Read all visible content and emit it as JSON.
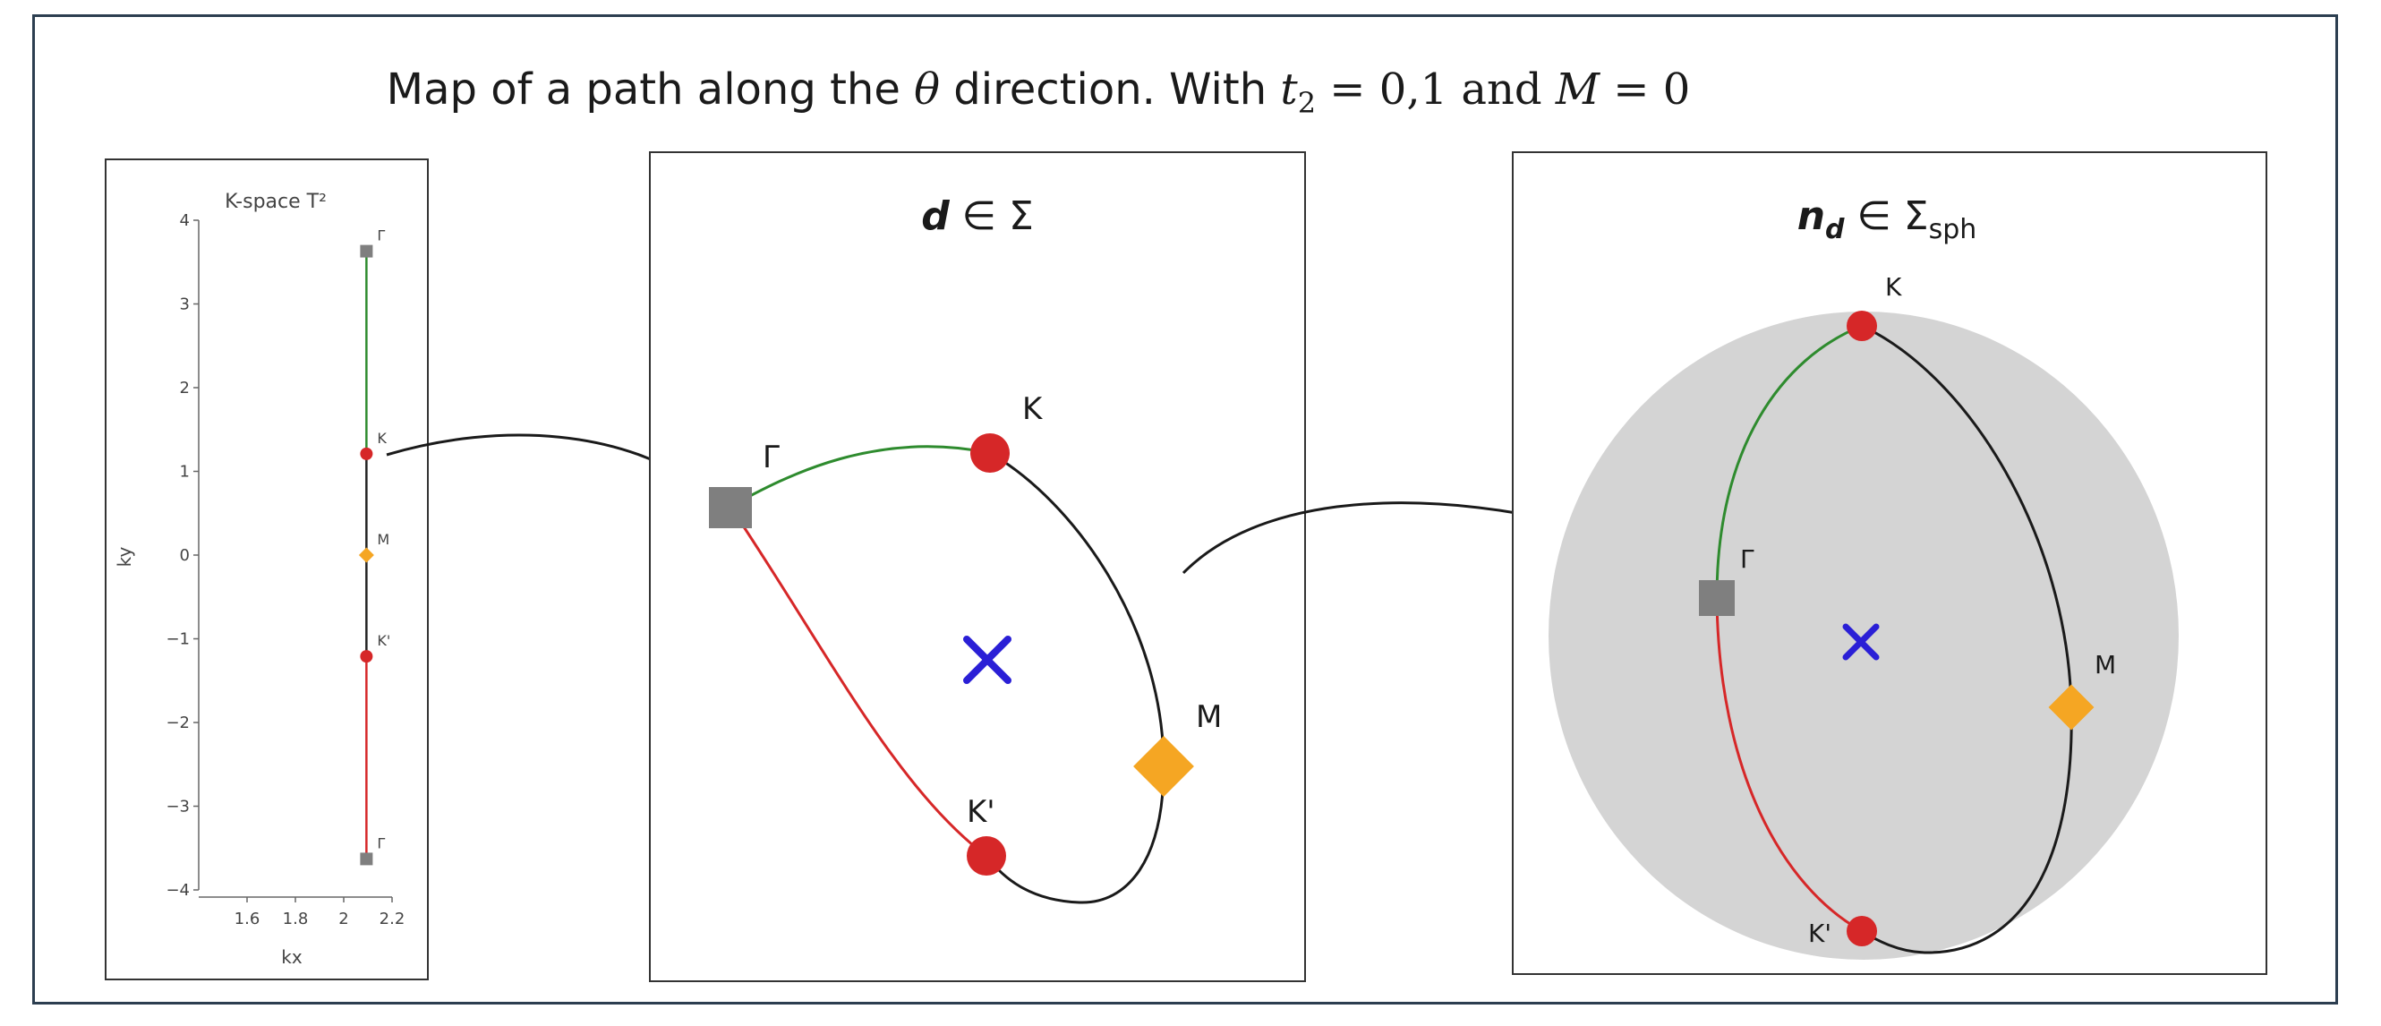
{
  "title": {
    "prefix": "Map of a path along the ",
    "theta": "θ",
    "middle": " direction. With ",
    "t_var": "t",
    "t_sub": "2",
    "t_eq": " = 0,1 and ",
    "m_var": "M",
    "m_eq": " = 0"
  },
  "kspace_plot": {
    "title": "K-space T²",
    "xlabel": "kx",
    "ylabel": "ky",
    "x_ticks": [
      "1.6",
      "1.8",
      "2",
      "2.2"
    ],
    "y_ticks": [
      "4",
      "3",
      "2",
      "1",
      "0",
      "−1",
      "−2",
      "−3",
      "−4"
    ],
    "points": [
      {
        "label": "Γ",
        "kind": "square",
        "color": "#7f7f7f",
        "y": 3.63
      },
      {
        "label": "K",
        "kind": "circle",
        "color": "#d62728",
        "y": 1.21
      },
      {
        "label": "M",
        "kind": "diamond",
        "color": "#f5a623",
        "y": 0.0
      },
      {
        "label": "K'",
        "kind": "circle",
        "color": "#d62728",
        "y": -1.21
      },
      {
        "label": "Γ",
        "kind": "square",
        "color": "#7f7f7f",
        "y": -3.63
      }
    ],
    "x_value": 2.094,
    "segment_colors": [
      "#2e8b2e",
      "#222222",
      "#222222",
      "#d62728"
    ]
  },
  "d_panel": {
    "title_var": "d",
    "title_rest": " ∈ Σ",
    "labels": {
      "gamma": "Γ",
      "k": "K",
      "m": "M",
      "kprime": "K'"
    }
  },
  "n_panel": {
    "title_var": "n",
    "title_sub": "d",
    "title_rest": " ∈ Σ",
    "title_sub2": "sph",
    "labels": {
      "gamma": "Γ",
      "k": "K",
      "m": "M",
      "kprime": "K'"
    }
  },
  "colors": {
    "green": "#2e8b2e",
    "red": "#d62728",
    "black": "#1a1a1a",
    "gray_marker": "#7f7f7f",
    "orange": "#f5a623",
    "blue_cross": "#2a1fd6",
    "sphere": "#d4d4d4"
  }
}
